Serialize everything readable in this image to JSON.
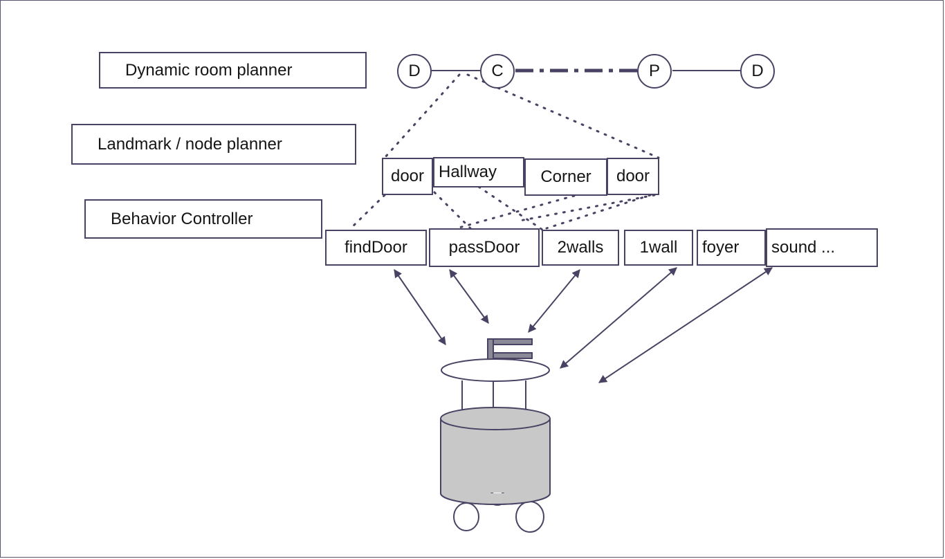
{
  "levels": {
    "dynamic_room_planner": "Dynamic room planner",
    "landmark_node_planner": "Landmark / node planner",
    "behavior_controller": "Behavior Controller"
  },
  "room_plan_nodes": [
    "D",
    "C",
    "P",
    "D"
  ],
  "landmarks": [
    "door",
    "Hallway",
    "Corner",
    "door"
  ],
  "behaviors": [
    "findDoor",
    "passDoor",
    "2walls",
    "1wall",
    "foyer",
    "sound ..."
  ],
  "colors": {
    "outline": "#4a4263",
    "robot_body": "#c8c8c8",
    "robot_flag": "#8a8a96"
  }
}
